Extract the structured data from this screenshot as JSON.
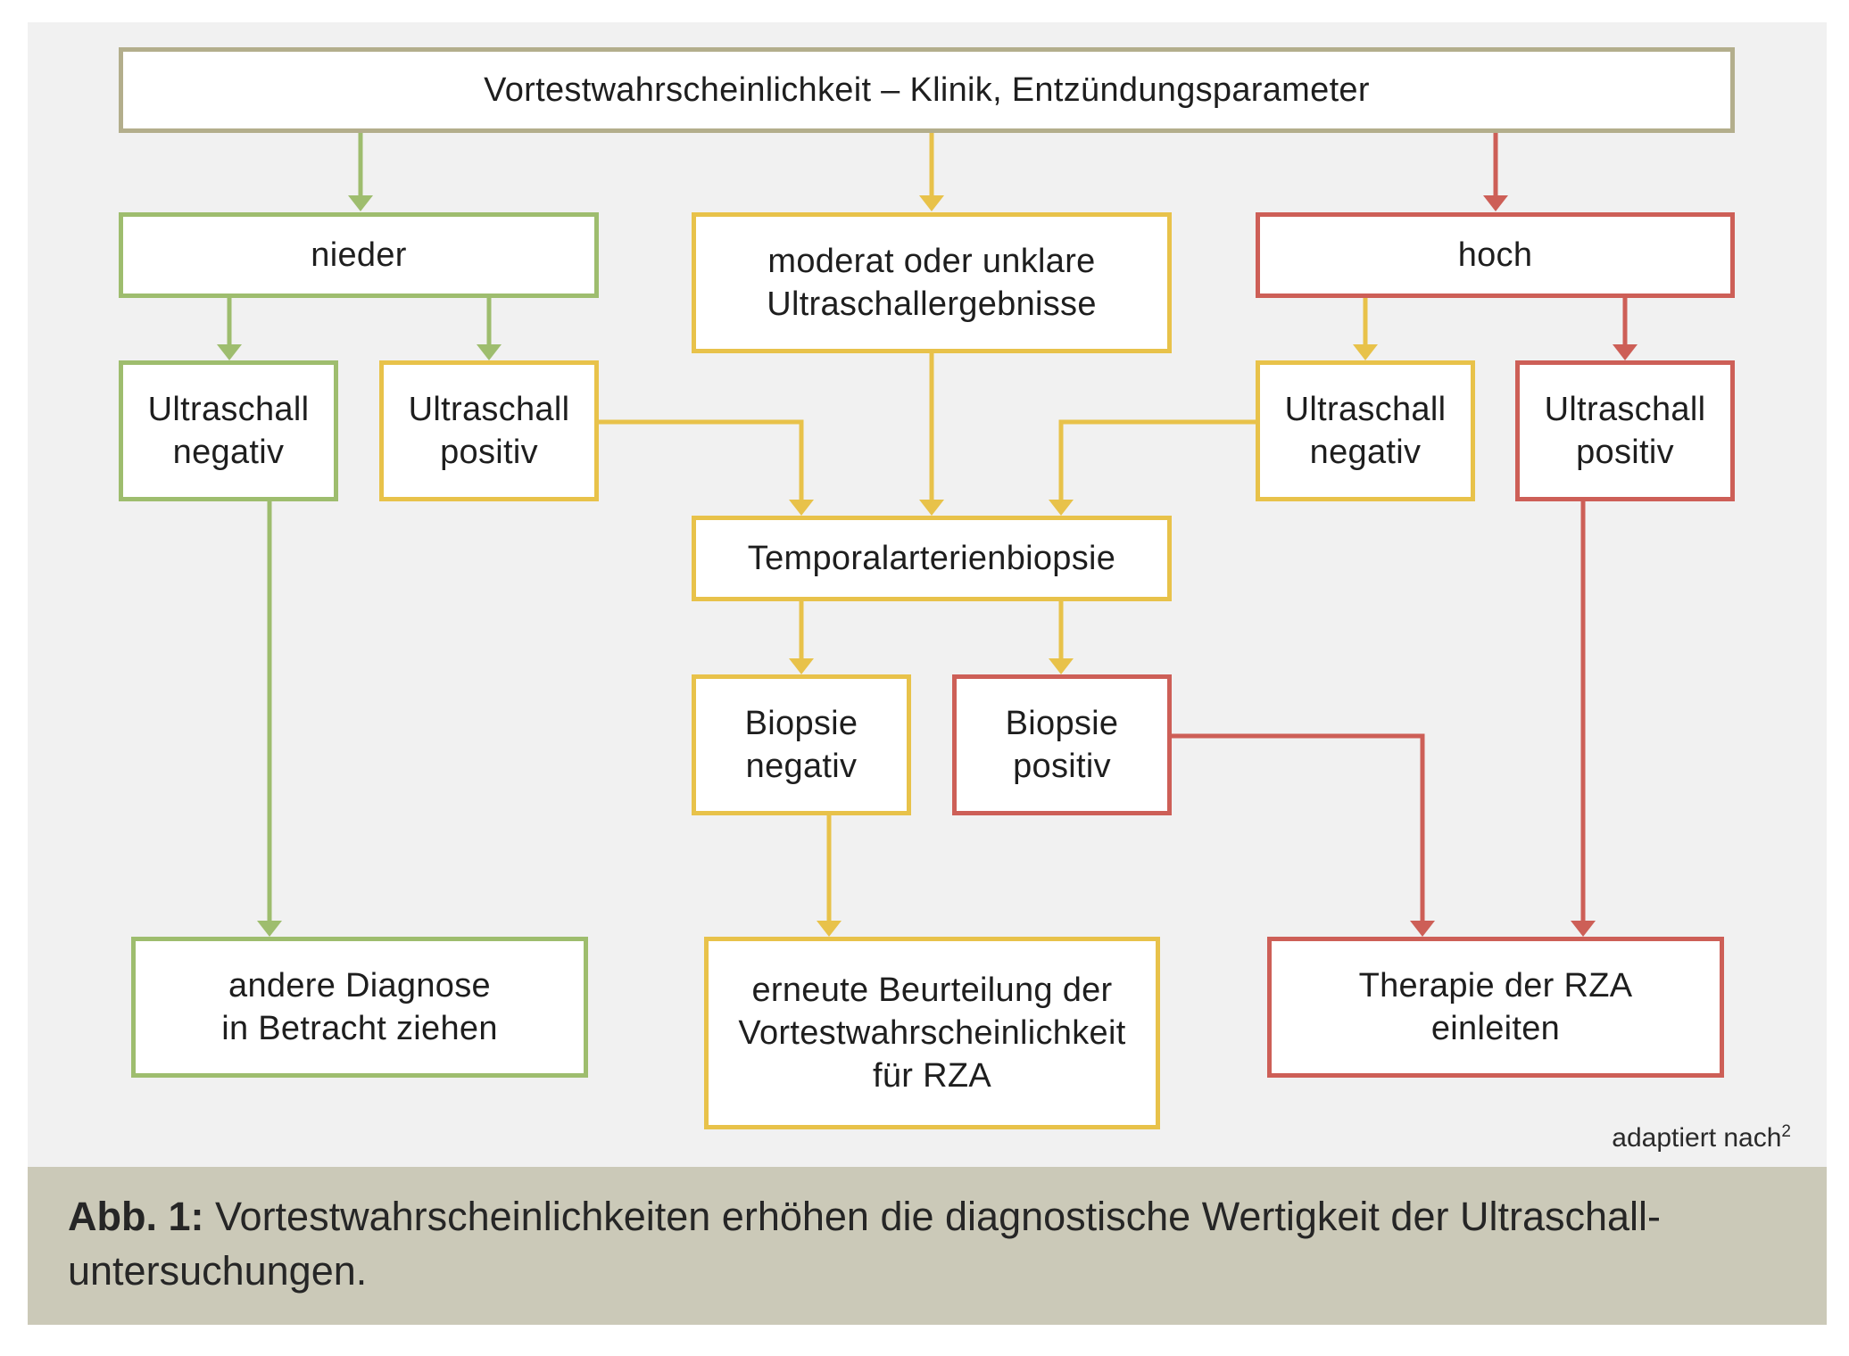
{
  "colors": {
    "green": "#9ebd6e",
    "yellow": "#e8c24a",
    "red": "#cd5f57",
    "grey": "#b3ae8c",
    "panel": "#f1f1f1",
    "caption_band": "#cbc9b8"
  },
  "nodes": {
    "top": "Vortestwahrscheinlichkeit – Klinik, Entzündungsparameter",
    "low": "nieder",
    "moderate": [
      "moderat oder unklare",
      "Ultraschallergebnisse"
    ],
    "high": "hoch",
    "low_us_neg": [
      "Ultraschall",
      "negativ"
    ],
    "low_us_pos": [
      "Ultraschall",
      "positiv"
    ],
    "high_us_neg": [
      "Ultraschall",
      "negativ"
    ],
    "high_us_pos": [
      "Ultraschall",
      "positiv"
    ],
    "biopsy": "Temporalarterienbiopsie",
    "biopsy_neg": [
      "Biopsie",
      "negativ"
    ],
    "biopsy_pos": [
      "Biopsie",
      "positiv"
    ],
    "other_dx": [
      "andere Diagnose",
      "in Betracht ziehen"
    ],
    "reassess": [
      "erneute Beurteilung der",
      "Vortestwahrscheinlichkeit",
      "für RZA"
    ],
    "therapy": [
      "Therapie der RZA",
      "einleiten"
    ]
  },
  "credit": {
    "text": "adaptiert nach",
    "ref": "2"
  },
  "caption": {
    "label": "Abb. 1:",
    "line1": "Vortestwahrscheinlichkeiten erhöhen die diagnostische Wertigkeit der Ultraschall-",
    "line2": "untersuchungen."
  }
}
